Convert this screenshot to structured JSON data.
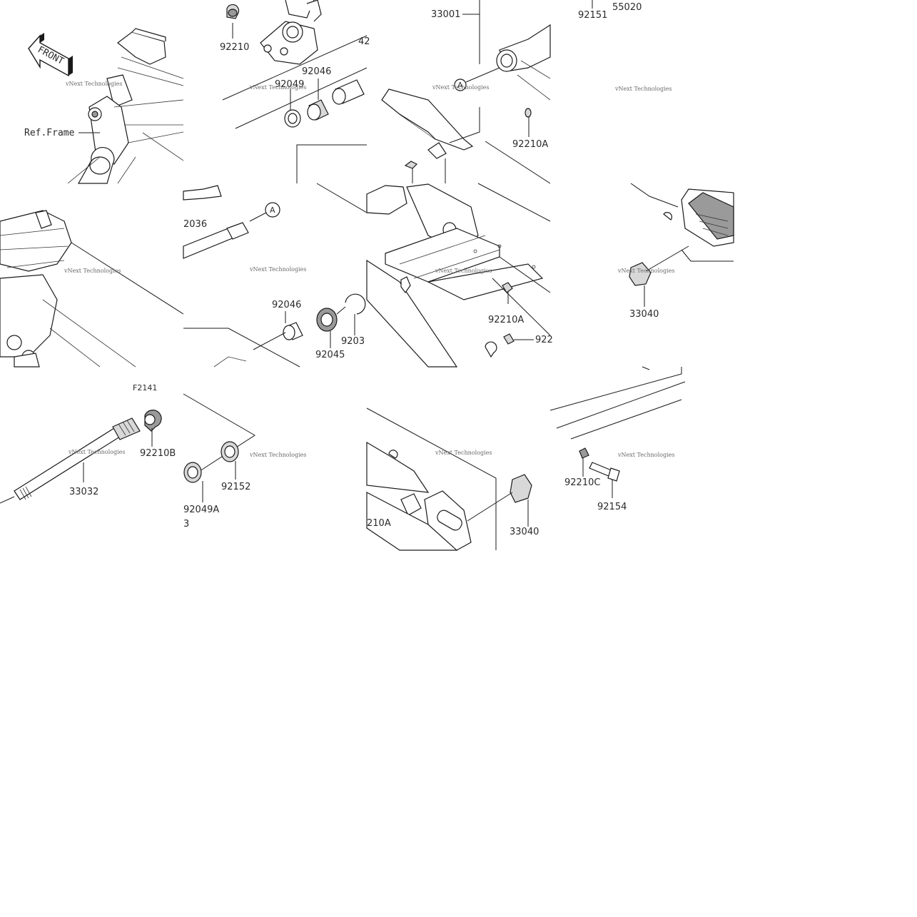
{
  "diagram": {
    "front_label": "FRONT",
    "ref_frame": "Ref.Frame",
    "figure_code": "F2141",
    "watermark": "vNext Technologies",
    "callout_a": "A",
    "part_numbers": {
      "p92210_top": "92210",
      "p92049": "92049",
      "p92046_top": "92046",
      "p42_cut": "42",
      "p33001": "33001",
      "p92151": "92151",
      "p55020": "55020",
      "p92210A_1": "92210A",
      "p92036_cut": "2036",
      "p92046_mid": "92046",
      "p92045": "92045",
      "p92033_cut": "9203",
      "p92210A_2": "92210A",
      "p922_cut": "922",
      "p33040_1": "33040",
      "p92210B": "92210B",
      "p33032": "33032",
      "p92152": "92152",
      "p92049A": "92049A",
      "p3_cut": "3",
      "p210A_cut": "210A",
      "p33040_2": "33040",
      "p92210C": "92210C",
      "p92154": "92154"
    }
  }
}
